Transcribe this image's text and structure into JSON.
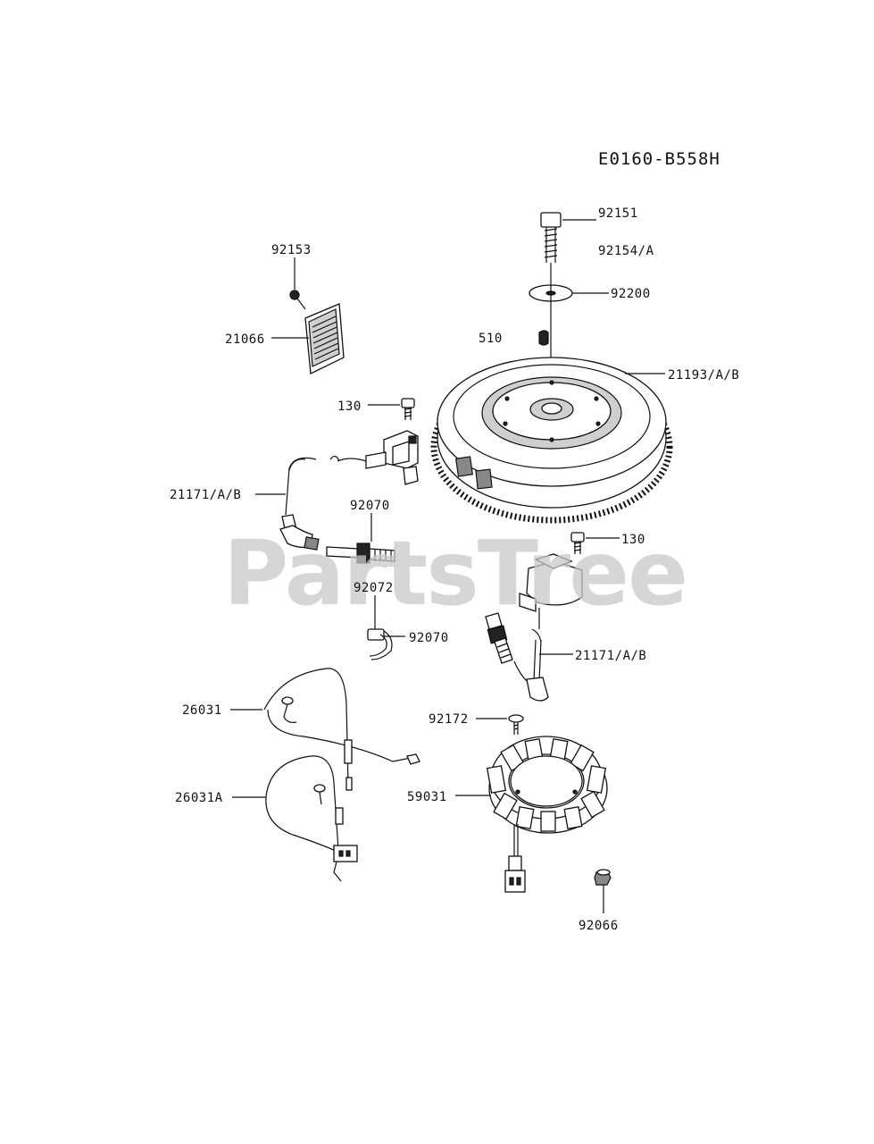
{
  "diagram_code": "E0160-B558H",
  "watermark": "PartsTree",
  "labels": {
    "p92153": "92153",
    "p21066": "21066",
    "p130_top": "130",
    "p21171_left": "21171/A/B",
    "p92070_plug": "92070",
    "p92072": "92072",
    "p92070_clip": "92070",
    "p26031": "26031",
    "p26031A": "26031A",
    "p92151": "92151",
    "p92154": "92154/A",
    "p92200": "92200",
    "p510": "510",
    "p21193": "21193/A/B",
    "p130_right": "130",
    "p21171_right": "21171/A/B",
    "p92172": "92172",
    "p59031": "59031",
    "p92066": "92066"
  }
}
